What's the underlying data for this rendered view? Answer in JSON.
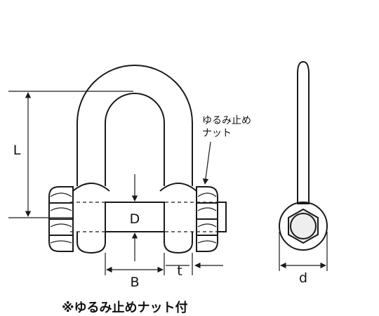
{
  "labels": {
    "L": "L",
    "D": "D",
    "B": "B",
    "t": "t",
    "d": "d",
    "nut_note_line1": "ゆるみ止め",
    "nut_note_line2": "ナット",
    "footnote": "※ゆるみ止めナット付"
  },
  "colors": {
    "line": "#1a1a1a",
    "shade": "#eeeeee"
  }
}
